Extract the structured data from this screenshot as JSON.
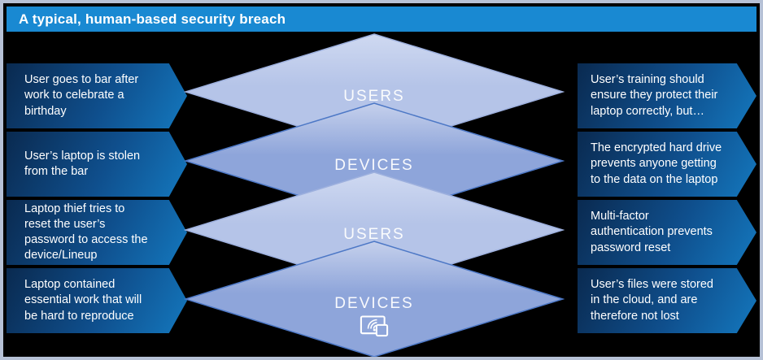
{
  "title": "A typical, human-based security breach",
  "colors": {
    "background": "#000000",
    "border": "#b6c1d6",
    "header": "#1989d2",
    "callout_dark": "#0a2a50",
    "callout_light": "#1478be",
    "users_fill": "#b5c4e8",
    "users_fill_light": "#cfd9f1",
    "users_stroke": "#9db0de",
    "devices_fill": "#8ea5da",
    "devices_fill_light": "#c5d0ec",
    "devices_stroke": "#4d78c6",
    "text": "#ffffff"
  },
  "layers": [
    {
      "label": "USERS",
      "icon": "users-icon"
    },
    {
      "label": "DEVICES",
      "icon": "devices-icon"
    },
    {
      "label": "USERS",
      "icon": "users-icon"
    },
    {
      "label": "DEVICES",
      "icon": "devices-icon"
    }
  ],
  "left_callouts": [
    "User goes to bar after work to celebrate a birthday",
    "User’s laptop is stolen from the bar",
    "Laptop thief tries to reset the user’s password to access the device/Lineup",
    "Laptop contained essential work that will be hard to reproduce"
  ],
  "right_callouts": [
    "User’s training should ensure they protect their laptop correctly, but…",
    "The encrypted hard drive prevents anyone getting to the data on the laptop",
    "Multi-factor authentication prevents password reset",
    "User’s files were stored in the cloud, and are therefore not lost"
  ]
}
